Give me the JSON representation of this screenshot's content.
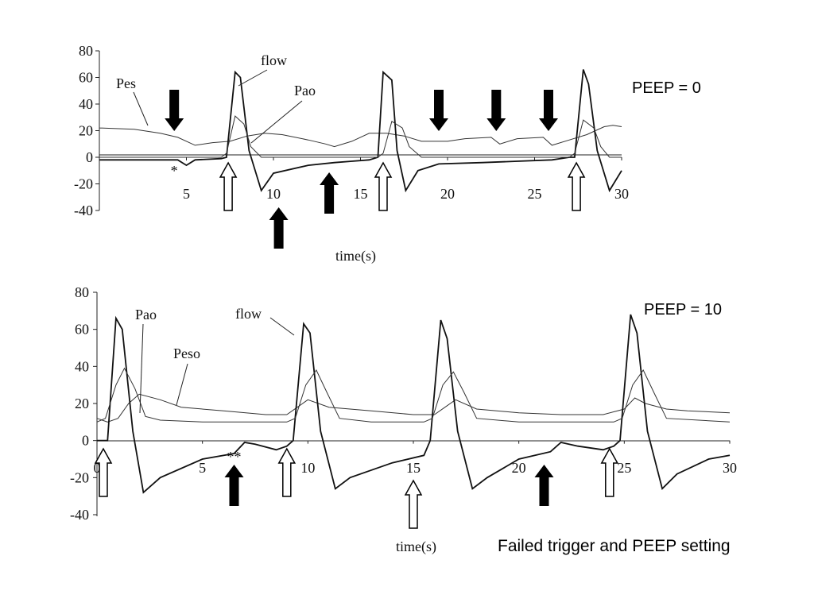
{
  "caption": "Failed trigger and PEEP setting",
  "chart_data": [
    {
      "type": "line",
      "annotation": "PEEP = 0",
      "xlabel": "time(s)",
      "xlim": [
        0,
        30
      ],
      "ylim": [
        -40,
        80
      ],
      "x_ticks": [
        "5",
        "10",
        "15",
        "20",
        "25",
        "30"
      ],
      "y_ticks": [
        "80",
        "60",
        "40",
        "20",
        "0",
        "-20",
        "-40"
      ],
      "series_labels": [
        {
          "label": "Pes",
          "series": "esophageal"
        },
        {
          "label": "flow",
          "series": "flow"
        },
        {
          "label": "Pao",
          "series": "airway"
        }
      ],
      "series": [
        {
          "key": "esophageal",
          "x": [
            0,
            2,
            3.5,
            4.5,
            5.5,
            6.5,
            7.5,
            8.5,
            9.5,
            10.5,
            12,
            13,
            13.5,
            14.5,
            15.5,
            16.5,
            17.5,
            18.5,
            20,
            21,
            22.5,
            23,
            24,
            25.5,
            26,
            27,
            28,
            28.5,
            29,
            29.5,
            30
          ],
          "y": [
            22,
            21,
            18,
            15,
            9,
            11,
            12,
            16,
            18,
            17,
            13,
            10,
            8,
            12,
            18,
            18,
            16,
            12,
            12,
            14,
            15,
            10,
            14,
            15,
            9,
            13,
            17,
            20,
            23,
            24,
            23
          ]
        },
        {
          "key": "flow",
          "x": [
            0,
            3.5,
            4.5,
            5,
            5.5,
            7,
            7.3,
            7.8,
            8.1,
            8.6,
            9.3,
            10,
            12,
            13.5,
            14.5,
            15.5,
            16,
            16.3,
            16.8,
            17.1,
            17.6,
            18.3,
            19.5,
            22,
            24,
            26,
            27,
            27.3,
            27.8,
            28.1,
            28.6,
            29.3,
            30
          ],
          "y": [
            -2,
            -2,
            -2,
            -6,
            -2,
            -1,
            0,
            64,
            60,
            5,
            -25,
            -12,
            -6,
            -4,
            -3,
            -2,
            0,
            64,
            58,
            5,
            -25,
            -10,
            -5,
            -4,
            -3,
            -2,
            0,
            0,
            66,
            55,
            5,
            -25,
            -10
          ]
        },
        {
          "key": "airway",
          "x": [
            0,
            6.5,
            7,
            7.3,
            7.8,
            8.3,
            8.7,
            9.3,
            10,
            14,
            15.5,
            16,
            16.3,
            16.8,
            17.4,
            17.8,
            18.5,
            19.5,
            26.5,
            27,
            27.3,
            27.8,
            28.4,
            28.8,
            29.3,
            30
          ],
          "y": [
            0,
            0,
            0,
            3,
            31,
            25,
            8,
            0,
            0,
            0,
            0,
            0,
            3,
            27,
            22,
            8,
            0,
            0,
            0,
            0,
            3,
            28,
            22,
            8,
            0,
            0
          ]
        }
      ],
      "markers": [
        {
          "x": 4.3,
          "text": "*"
        }
      ],
      "arrows_solid_down": [
        4.3,
        19.5,
        22.8,
        25.8
      ],
      "arrows_solid_up": [
        10.3,
        13.2
      ],
      "arrows_open_up": [
        7.4,
        16.3,
        27.4
      ]
    },
    {
      "type": "line",
      "annotation": "PEEP = 10",
      "xlabel": "time(s)",
      "xlim": [
        0,
        30
      ],
      "ylim": [
        -40,
        80
      ],
      "x_ticks": [
        "0",
        "5",
        "10",
        "15",
        "20",
        "25",
        "30"
      ],
      "y_ticks": [
        "80",
        "60",
        "40",
        "20",
        "0",
        "-20",
        "-40"
      ],
      "series_labels": [
        {
          "label": "Pao",
          "series": "airway"
        },
        {
          "label": "Peso",
          "series": "esophageal"
        },
        {
          "label": "flow",
          "series": "flow"
        }
      ],
      "series": [
        {
          "key": "esophageal",
          "x": [
            0,
            0.5,
            1,
            1.5,
            2,
            3,
            4,
            6,
            8,
            9,
            9.5,
            10,
            11,
            13,
            15,
            16,
            16.5,
            17,
            18,
            20,
            22,
            24,
            25,
            25.5,
            26,
            27,
            28,
            30
          ],
          "y": [
            12,
            10,
            12,
            20,
            25,
            22,
            18,
            16,
            14,
            14,
            18,
            22,
            18,
            16,
            14,
            14,
            18,
            22,
            17,
            15,
            14,
            14,
            17,
            23,
            20,
            17,
            16,
            15
          ]
        },
        {
          "key": "flow",
          "x": [
            0,
            0.3,
            0.5,
            0.9,
            1.2,
            1.7,
            2.2,
            3,
            5,
            6.5,
            7,
            7.5,
            8.5,
            9,
            9.3,
            9.8,
            10.1,
            10.6,
            11.3,
            12,
            14,
            15.5,
            15.8,
            16.3,
            16.6,
            17.1,
            17.8,
            18.5,
            20,
            21.5,
            22,
            22.8,
            24,
            24.5,
            24.8,
            25.3,
            25.6,
            26.1,
            26.8,
            27.5,
            29,
            30
          ],
          "y": [
            0,
            0,
            0,
            66,
            60,
            5,
            -28,
            -20,
            -10,
            -7,
            -1,
            -2,
            -5,
            -3,
            0,
            63,
            58,
            5,
            -26,
            -20,
            -12,
            -8,
            0,
            65,
            55,
            5,
            -26,
            -20,
            -10,
            -6,
            -1,
            -3,
            -5,
            -3,
            0,
            68,
            58,
            5,
            -26,
            -18,
            -10,
            -8
          ]
        },
        {
          "key": "airway",
          "x": [
            0,
            0.4,
            0.9,
            1.3,
            1.8,
            2.3,
            3,
            5,
            9,
            9.4,
            9.9,
            10.4,
            10.9,
            11.5,
            13,
            15.5,
            15.9,
            16.4,
            16.9,
            17.4,
            18,
            20,
            24.5,
            24.9,
            25.4,
            25.9,
            26.4,
            27,
            30
          ],
          "y": [
            10,
            12,
            30,
            39,
            28,
            13,
            11,
            10,
            10,
            12,
            30,
            38,
            26,
            12,
            10,
            10,
            12,
            30,
            37,
            26,
            12,
            10,
            10,
            12,
            30,
            38,
            26,
            12,
            10
          ]
        }
      ],
      "markers": [
        {
          "x": 6.5,
          "text": "**"
        }
      ],
      "arrows_solid_up": [
        6.5,
        21.2
      ],
      "arrows_open_up": [
        0.3,
        9.0,
        15.0,
        24.3
      ]
    }
  ]
}
